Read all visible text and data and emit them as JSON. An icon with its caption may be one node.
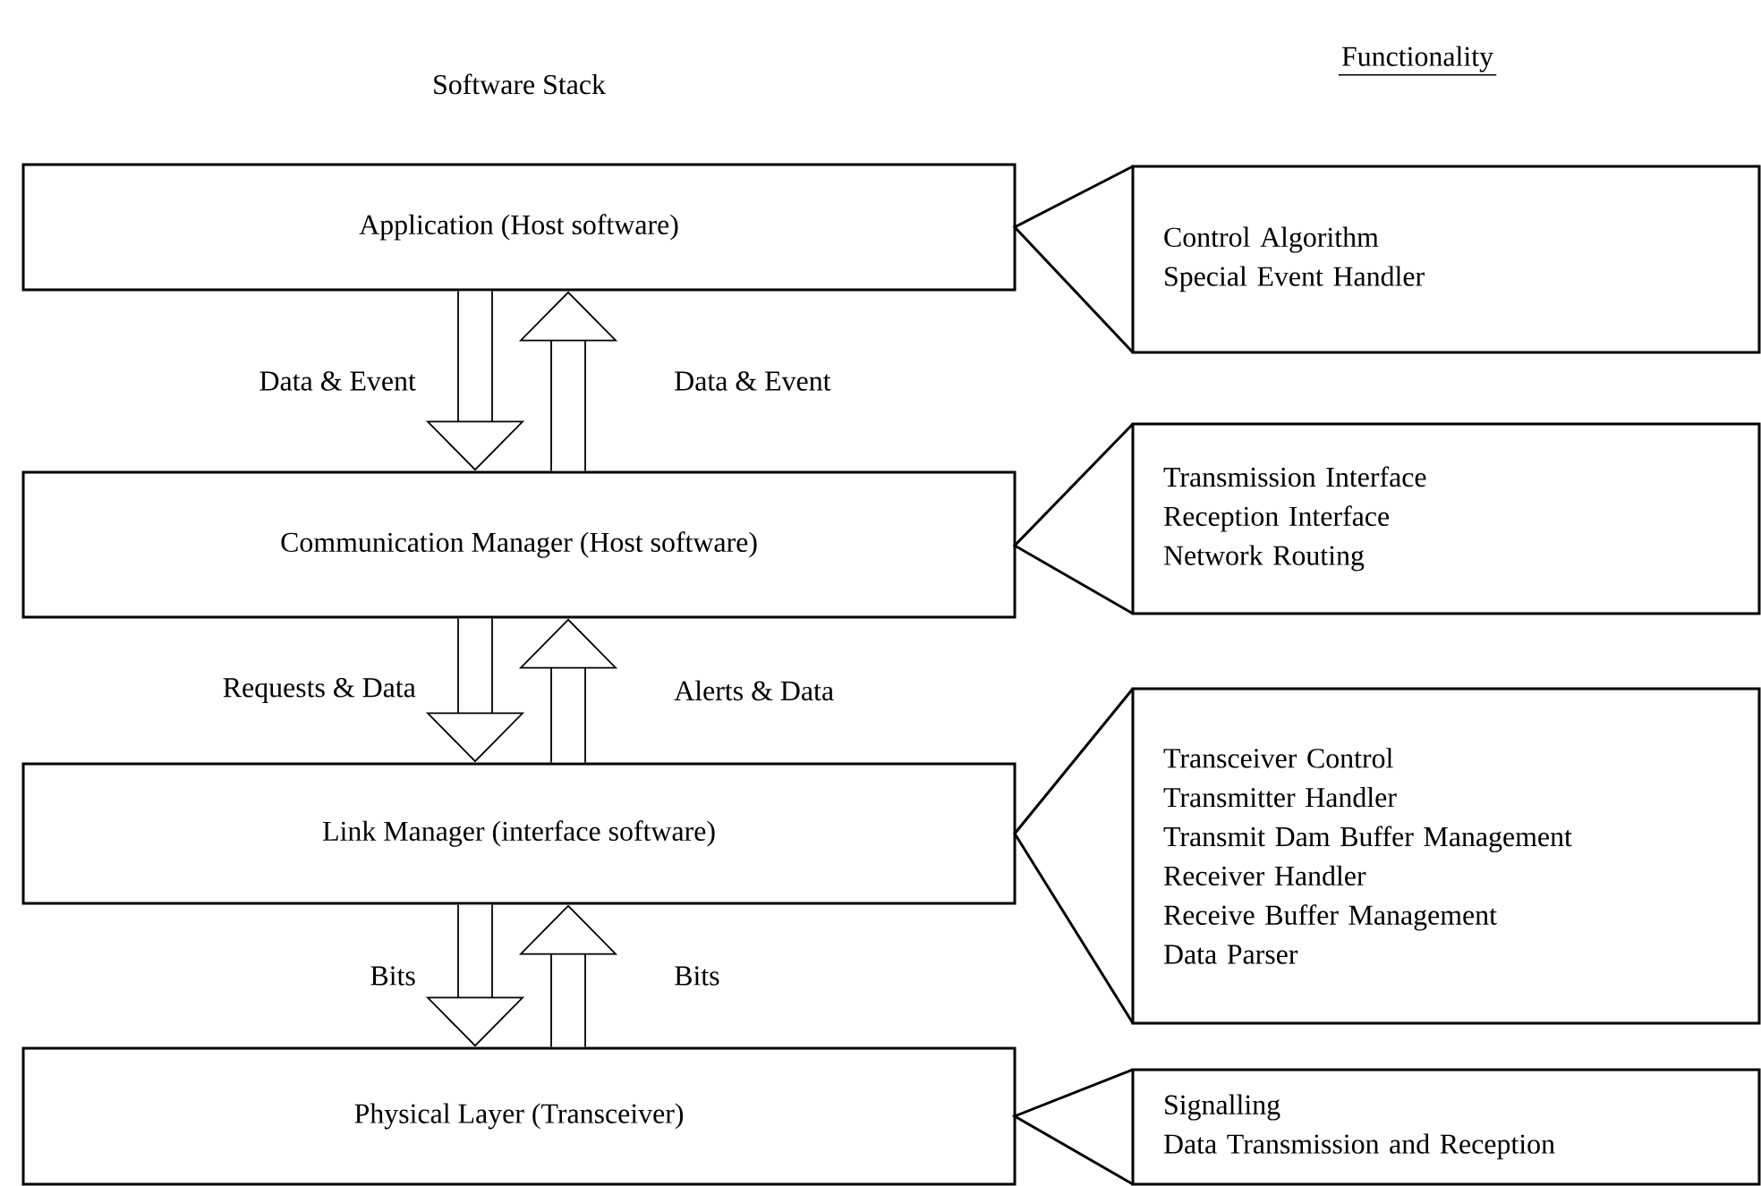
{
  "diagram": {
    "nodes": [
      {
        "text": [
          "Application (Host software)"
        ]
      },
      {
        "text": [
          "Communication Manager (Host software)"
        ]
      },
      {
        "text": [
          "Link Manager (interface software)"
        ]
      },
      {
        "text": [
          "Physical Layer (Transceiver)"
        ]
      },
      {
        "text": [
          "Control Algorithm",
          "Special Event Handler"
        ]
      },
      {
        "text": [
          "Transmission Interface",
          "Reception Interface",
          "Network Routing"
        ]
      },
      {
        "text": [
          "Transceiver Control",
          "Transmitter Handler",
          "Transmit Dam Buffer Management",
          "Receiver Handler",
          "Receive Buffer Management",
          "Data Parser"
        ]
      },
      {
        "text": [
          "Signalling",
          "Data Transmission and Reception"
        ]
      }
    ],
    "edges": [
      {
        "from": 0,
        "to": 1,
        "arrow": "to",
        "label": "Data & Event"
      },
      {
        "from": 1,
        "to": 0,
        "arrow": "to",
        "label": "Data & Event"
      },
      {
        "from": 1,
        "to": 2,
        "arrow": "to",
        "label": "Requests & Data"
      },
      {
        "from": 2,
        "to": 1,
        "arrow": "to",
        "label": "Alerts & Data"
      },
      {
        "from": 2,
        "to": 3,
        "arrow": "to",
        "label": "Bits"
      },
      {
        "from": 3,
        "to": 2,
        "arrow": "to",
        "label": "Bits"
      }
    ],
    "labels": [
      "Software Stack",
      "Functionality"
    ]
  }
}
